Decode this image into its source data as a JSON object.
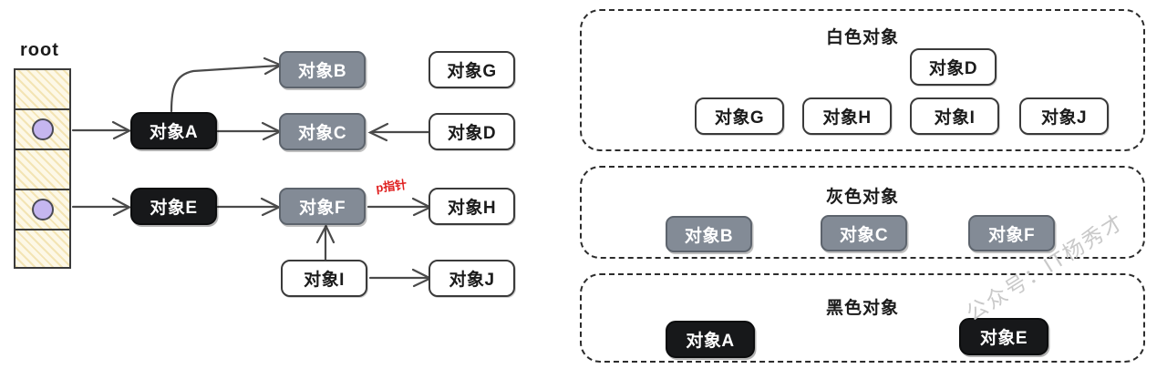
{
  "left_graph": {
    "root_label": "root",
    "root_stack": {
      "cells": [
        {
          "has_pointer": false
        },
        {
          "has_pointer": true
        },
        {
          "has_pointer": false
        },
        {
          "has_pointer": true
        },
        {
          "has_pointer": false
        }
      ],
      "pointer_color": "#c5b6ef",
      "fill_color": "#fdf8e7"
    },
    "nodes": [
      {
        "id": "B",
        "label": "对象B",
        "color": "gray"
      },
      {
        "id": "G",
        "label": "对象G",
        "color": "white"
      },
      {
        "id": "A",
        "label": "对象A",
        "color": "black"
      },
      {
        "id": "C",
        "label": "对象C",
        "color": "gray"
      },
      {
        "id": "D",
        "label": "对象D",
        "color": "white"
      },
      {
        "id": "E",
        "label": "对象E",
        "color": "black"
      },
      {
        "id": "F",
        "label": "对象F",
        "color": "gray"
      },
      {
        "id": "H",
        "label": "对象H",
        "color": "white"
      },
      {
        "id": "I",
        "label": "对象I",
        "color": "white"
      },
      {
        "id": "J",
        "label": "对象J",
        "color": "white"
      }
    ],
    "annotation": {
      "text": "p指针",
      "color": "#e02020"
    }
  },
  "legend_panels": [
    {
      "id": "white-objects",
      "title": "白色对象",
      "items": [
        {
          "label": "对象D",
          "color": "white"
        },
        {
          "label": "对象G",
          "color": "white"
        },
        {
          "label": "对象H",
          "color": "white"
        },
        {
          "label": "对象I",
          "color": "white"
        },
        {
          "label": "对象J",
          "color": "white"
        }
      ]
    },
    {
      "id": "gray-objects",
      "title": "灰色对象",
      "items": [
        {
          "label": "对象B",
          "color": "gray"
        },
        {
          "label": "对象C",
          "color": "gray"
        },
        {
          "label": "对象F",
          "color": "gray"
        }
      ]
    },
    {
      "id": "black-objects",
      "title": "黑色对象",
      "items": [
        {
          "label": "对象A",
          "color": "black"
        },
        {
          "label": "对象E",
          "color": "black"
        }
      ]
    }
  ],
  "watermark": "公众号：IT杨秀才",
  "colors": {
    "white_object": "#ffffff",
    "gray_object": "#838b96",
    "black_object": "#17181a",
    "stroke": "#3a3a3a",
    "accent_red": "#e02020",
    "stack_fill": "#fdf8e7",
    "pointer_dot": "#c5b6ef"
  }
}
